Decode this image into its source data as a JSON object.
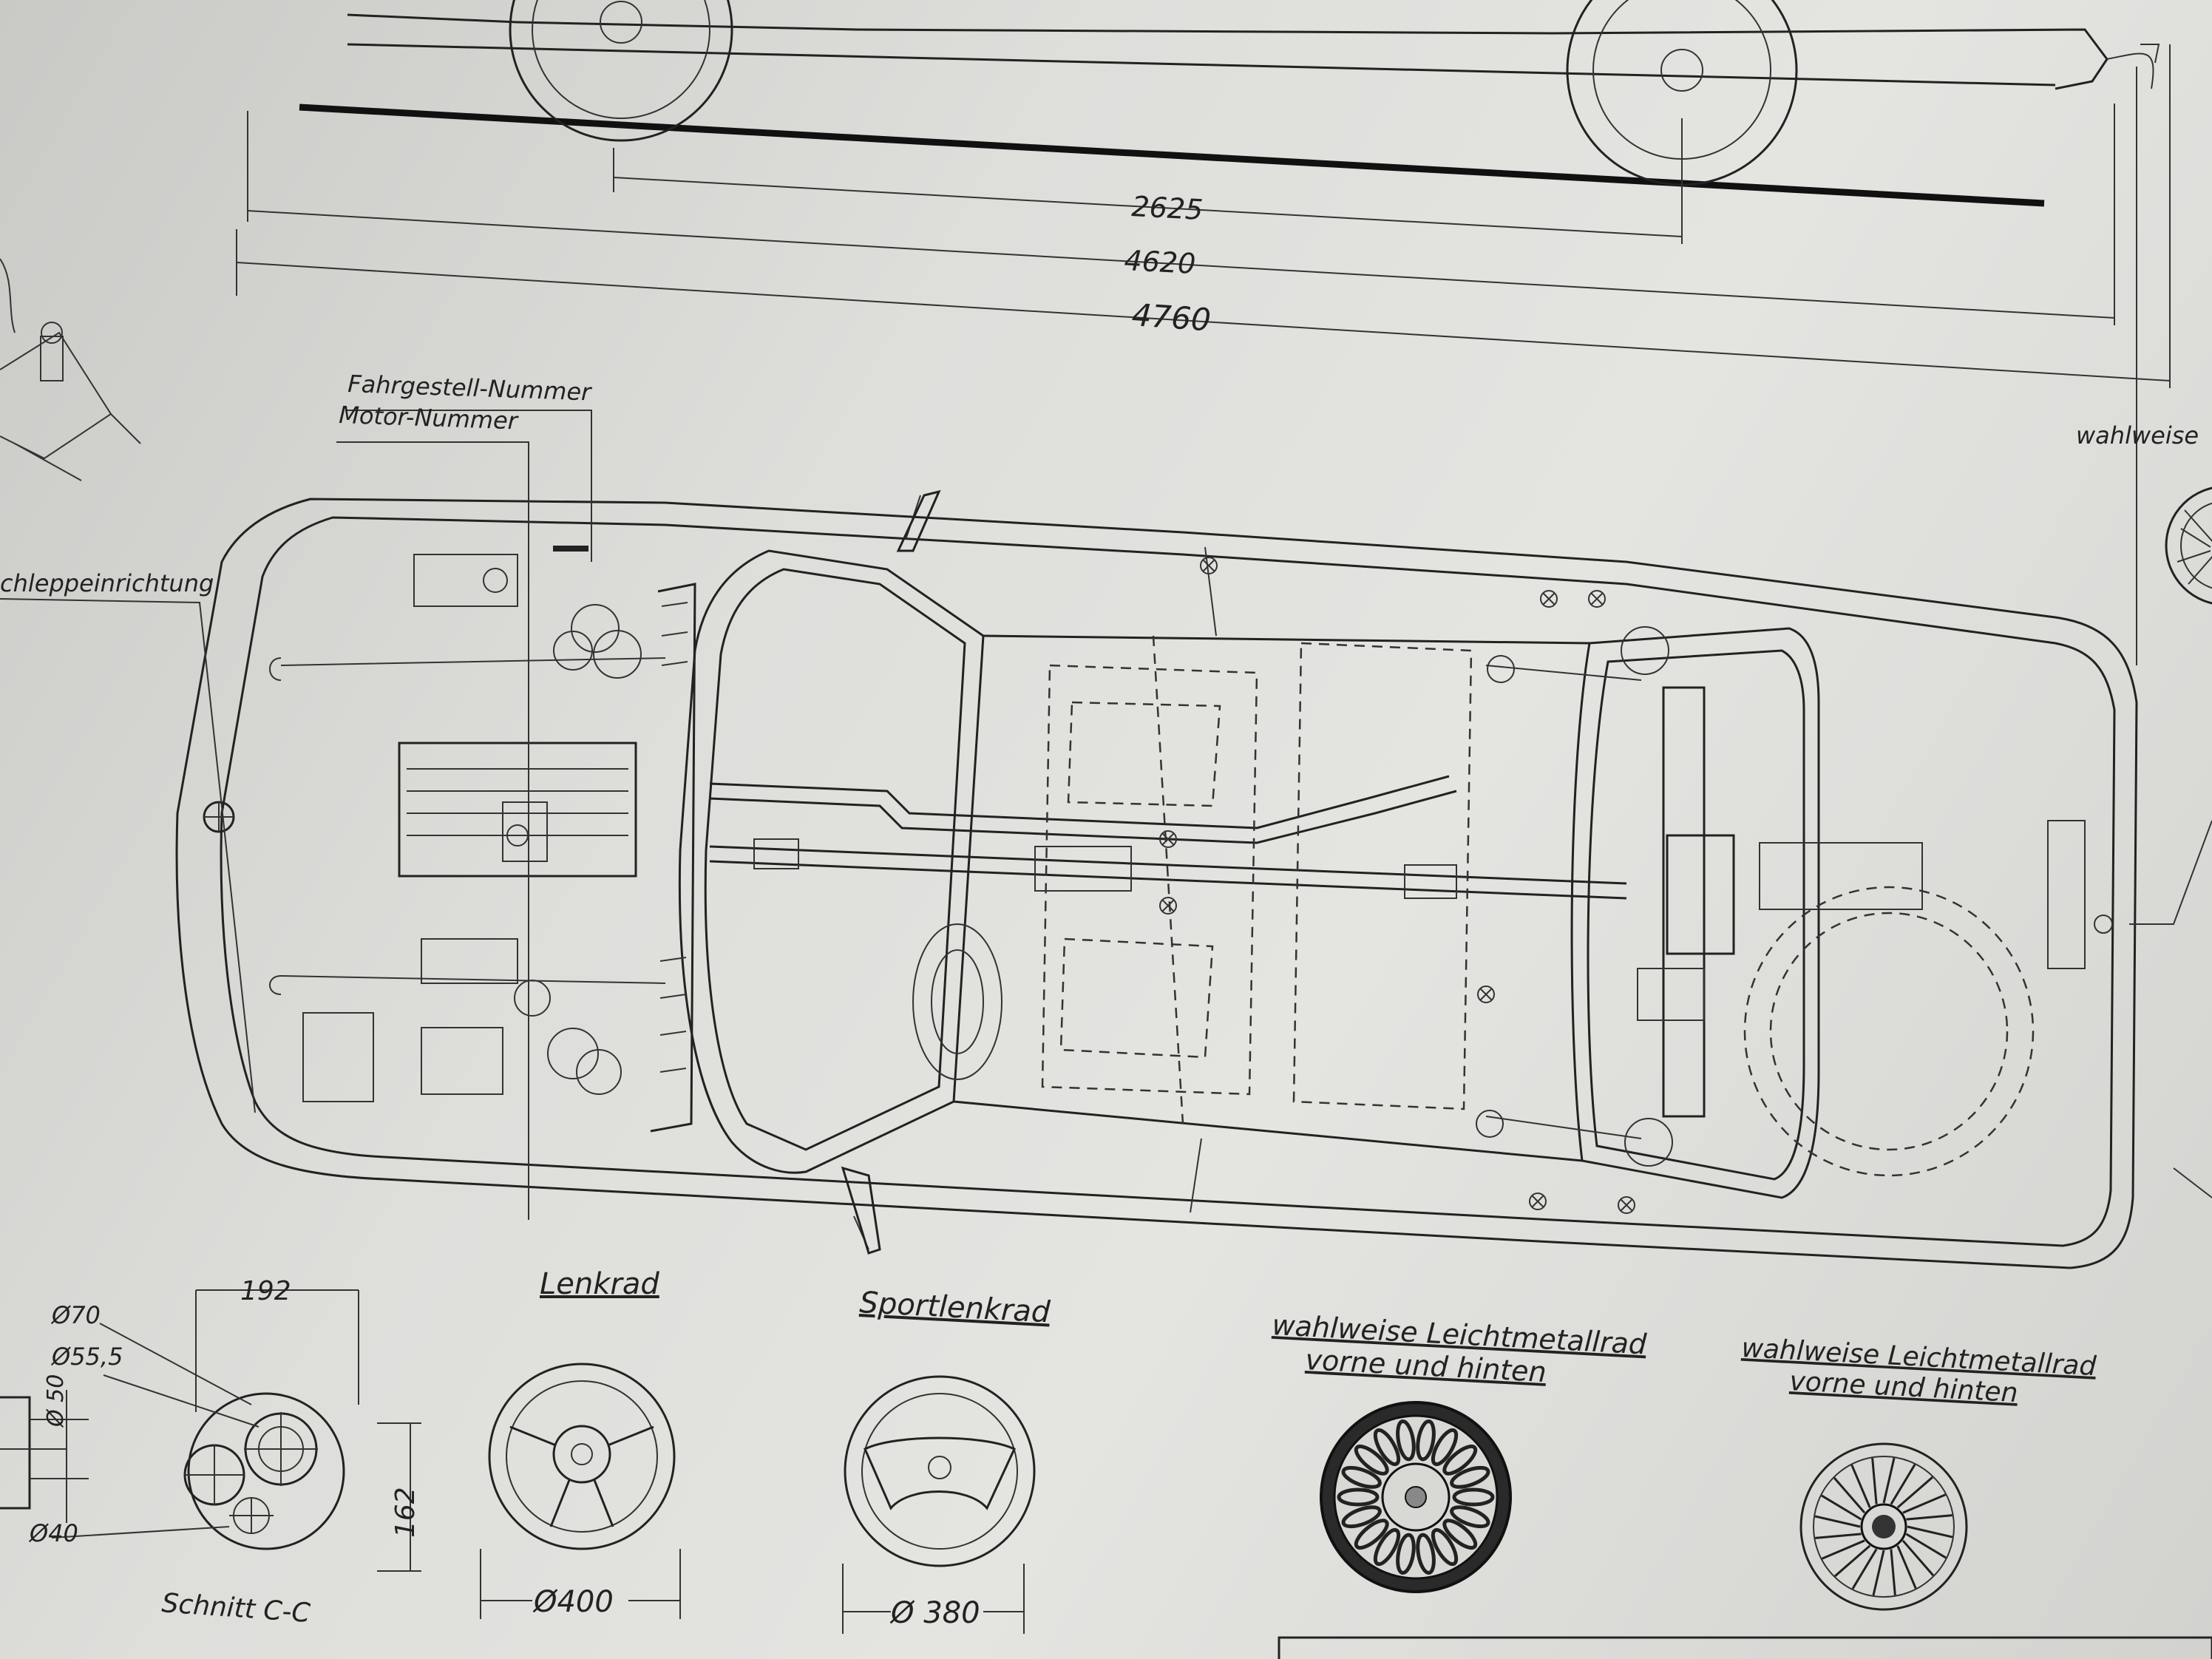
{
  "dimensions": {
    "wheelbase": "2625",
    "length_body": "4620",
    "length_total": "4760"
  },
  "labels": {
    "chassis_number": "Fahrgestell-Nummer",
    "engine_number": "Motor-Nummer",
    "tow_device": "chleppeinrichtung",
    "optional_top_right": "wahlweise",
    "steering_wheel": "Lenkrad",
    "sport_steering_wheel": "Sportlenkrad",
    "alloy_wheel_1_line1": "wahlweise  Leichtmetallrad",
    "alloy_wheel_1_line2": "vorne  und  hinten",
    "alloy_wheel_2_line1": "wahlweise  Leichtmetallrad",
    "alloy_wheel_2_line2": "vorne  und  hinten",
    "section": "Schnitt C-C"
  },
  "section_dims": {
    "width": "192",
    "height": "162",
    "d70": "Ø70",
    "d55": "Ø55,5",
    "d50": "Ø 50",
    "d40": "Ø40"
  },
  "wheel_dims": {
    "steering_wheel_diameter": "Ø400",
    "sport_wheel_diameter": "Ø 380"
  }
}
